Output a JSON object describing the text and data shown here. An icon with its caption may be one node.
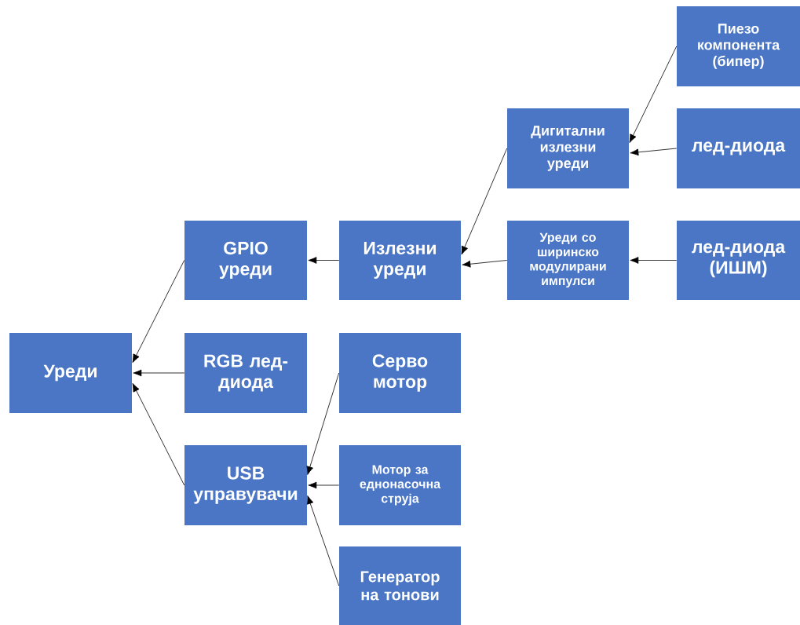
{
  "diagram": {
    "nodes": [
      {
        "text": [
          "Уреди"
        ]
      },
      {
        "text": [
          "GPIO уреди"
        ]
      },
      {
        "text": [
          "RGB лед-диода"
        ]
      },
      {
        "text": [
          "USB управувачи"
        ]
      },
      {
        "text": [
          "Излезни уреди"
        ]
      },
      {
        "text": [
          "Серво мотор"
        ]
      },
      {
        "text": [
          "Мотор за еднонасочна струја"
        ]
      },
      {
        "text": [
          "Генератор на тонови"
        ]
      },
      {
        "text": [
          "Дигитални излезни уреди"
        ]
      },
      {
        "text": [
          "Уреди со ширинско модулирани импулси"
        ]
      },
      {
        "text": [
          "Пиезо компонента (бипер)"
        ]
      },
      {
        "text": [
          "лед-диода"
        ]
      },
      {
        "text": [
          "лед-диода (ИШМ)"
        ]
      }
    ],
    "edges": [
      {
        "from": 1,
        "to": 0,
        "arrow": "to"
      },
      {
        "from": 2,
        "to": 0,
        "arrow": "to"
      },
      {
        "from": 3,
        "to": 0,
        "arrow": "to"
      },
      {
        "from": 4,
        "to": 1,
        "arrow": "to"
      },
      {
        "from": 8,
        "to": 4,
        "arrow": "to"
      },
      {
        "from": 9,
        "to": 4,
        "arrow": "to"
      },
      {
        "from": 10,
        "to": 8,
        "arrow": "to"
      },
      {
        "from": 11,
        "to": 8,
        "arrow": "to"
      },
      {
        "from": 12,
        "to": 9,
        "arrow": "to"
      },
      {
        "from": 5,
        "to": 3,
        "arrow": "to"
      },
      {
        "from": 6,
        "to": 3,
        "arrow": "to"
      },
      {
        "from": 7,
        "to": 3,
        "arrow": "to"
      }
    ]
  }
}
